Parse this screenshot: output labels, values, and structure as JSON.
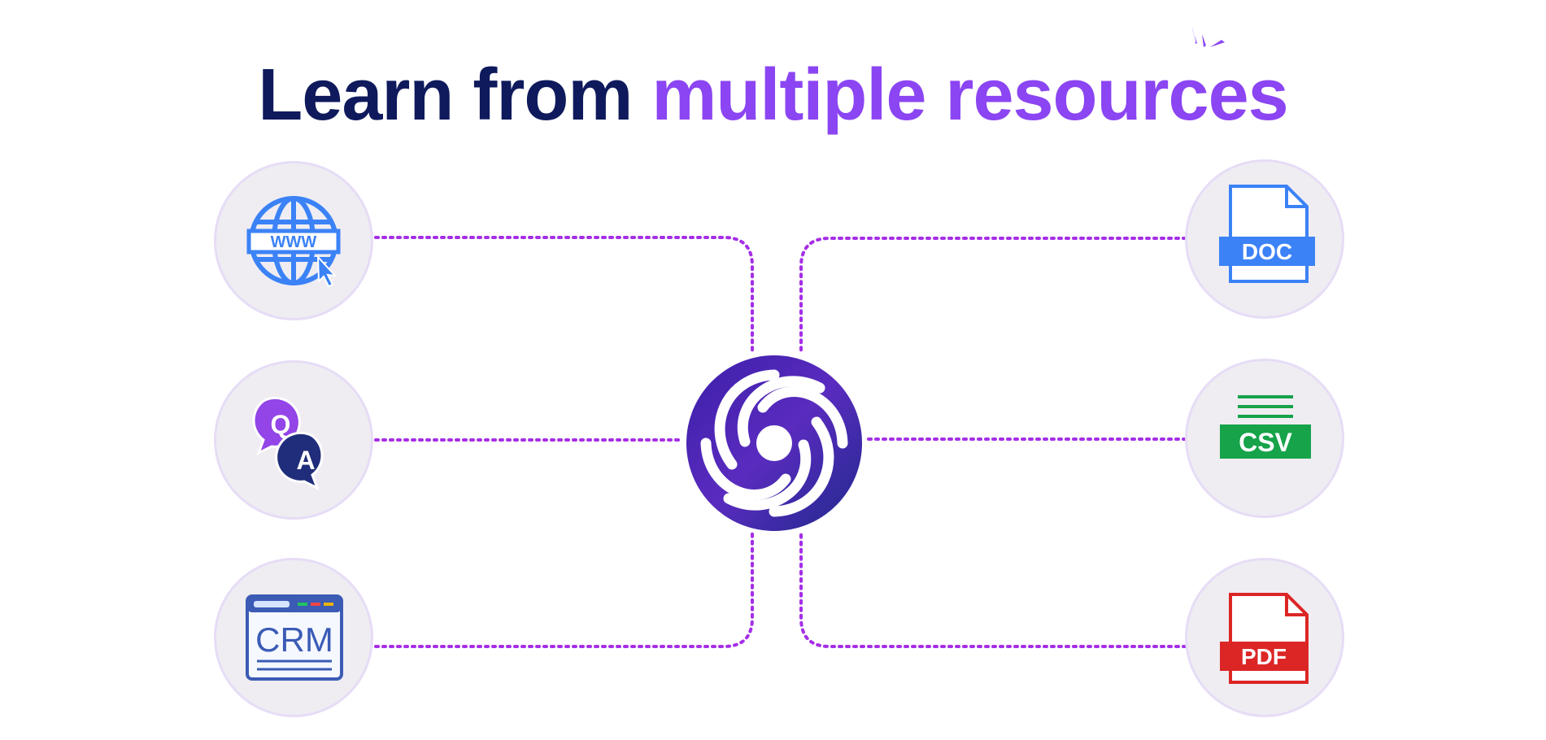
{
  "title": {
    "part1": "Learn from",
    "part2": "multiple resources"
  },
  "colors": {
    "title_dark": "#0f1a5c",
    "title_accent": "#8b45f2",
    "connector": "#a62ee6",
    "circle_fill": "#efedf2",
    "doc_blue": "#3b82f6",
    "csv_green": "#16a34a",
    "pdf_red": "#dc2626",
    "hub_indigo": "#2b1f9c"
  },
  "sources": {
    "left": [
      {
        "icon": "globe-www-icon",
        "label": "WWW"
      },
      {
        "icon": "qa-chat-icon",
        "label_q": "Q",
        "label_a": "A"
      },
      {
        "icon": "crm-window-icon",
        "label": "CRM"
      }
    ],
    "right": [
      {
        "icon": "doc-file-icon",
        "label": "DOC"
      },
      {
        "icon": "csv-file-icon",
        "label": "CSV"
      },
      {
        "icon": "pdf-file-icon",
        "label": "PDF"
      }
    ]
  },
  "hub": {
    "icon": "swirl-logo-icon"
  }
}
